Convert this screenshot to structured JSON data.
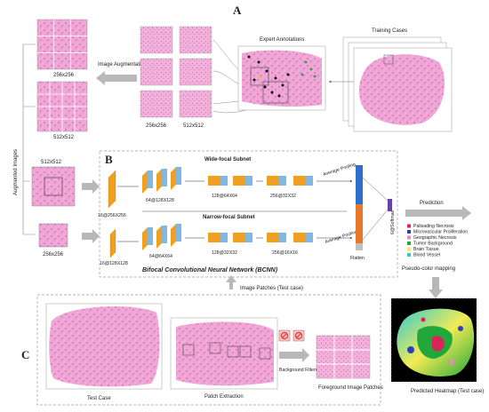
{
  "panel_letters": {
    "a": "A",
    "b": "B",
    "c": "C"
  },
  "section_a": {
    "image_augmentation": "Image Augmentation",
    "expert_annotations": "Expert Annotations",
    "training_cases": "Training Cases",
    "augmented_images": "Augmented Images",
    "grid_size_256": "256x256",
    "grid_size_512": "512x512",
    "patch_size_256": "256x256",
    "patch_size_512": "512x512",
    "input_512": "512x512",
    "input_256": "256x256"
  },
  "section_b": {
    "wide_subnet": "Wide-focal Subnet",
    "narrow_subnet": "Narrow-focal Subnet",
    "wide_layers": [
      "16@256X256",
      "64@128X128",
      "128@64X64",
      "256@32X32"
    ],
    "narrow_layers": [
      "16@128X128",
      "64@64X64",
      "128@32X32",
      "256@16X16"
    ],
    "average_pooling_1": "Average Pooling",
    "average_pooling_2": "Average Pooling",
    "flatten": "Flatten",
    "softmax": "6@Softmax",
    "network_title": "Bifocal Convolutional Neural Network (BCNN)",
    "prediction": "Prediction",
    "pseudo_color": "Pseudo-color mapping",
    "legend": [
      {
        "label": "Palisading Necrosis",
        "color": "#d9245a"
      },
      {
        "label": "Microvascular Proliferation",
        "color": "#2e3fb8"
      },
      {
        "label": "Geographic Necrosis",
        "color": "#e58ac2"
      },
      {
        "label": "Tumor Background",
        "color": "#22a83a"
      },
      {
        "label": "Brain Tissue",
        "color": "#f2eb55"
      },
      {
        "label": "Blood Vessel",
        "color": "#2ec9d6"
      }
    ]
  },
  "section_c": {
    "image_patches": "Image Patches (Test case)",
    "test_case": "Test Case",
    "patch_extraction": "Patch Extraction",
    "background_filtering": "Background Filtering",
    "foreground_patches": "Foreground Image Patches",
    "predicted_heatmap": "Predicted Heatmap (Test case)"
  },
  "colors": {
    "tissue": "#ee9ad0",
    "tissue_light": "#f6c7e4",
    "conv_orange": "#f0a020",
    "conv_blue": "#80b8e0",
    "arrow_gray": "#b8b8b8",
    "dashed_border": "#9a9a9a"
  }
}
